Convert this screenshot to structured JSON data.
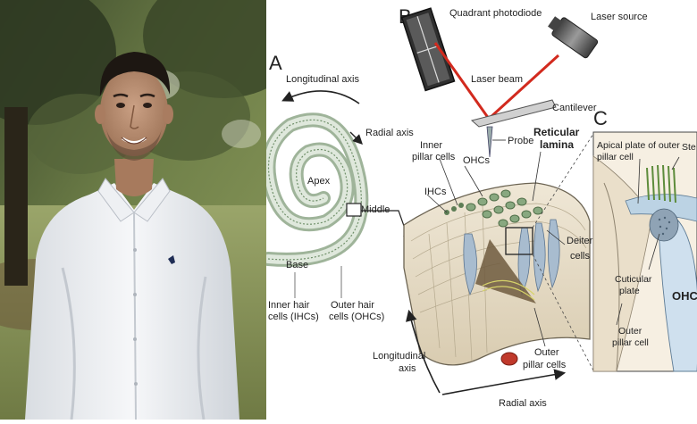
{
  "figure": {
    "panel_a": {
      "letter": "A",
      "longitudinal_axis": "Longitudinal axis",
      "radial_axis": "Radial axis",
      "apex": "Apex",
      "middle": "Middle",
      "base": "Base",
      "inner_hair_cells_1": "Inner hair",
      "inner_hair_cells_2": "cells (IHCs)",
      "outer_hair_cells_1": "Outer hair",
      "outer_hair_cells_2": "cells (OHCs)"
    },
    "panel_b": {
      "letter": "B",
      "quadrant_photodiode": "Quadrant photodiode",
      "laser_source": "Laser source",
      "laser_beam": "Laser beam",
      "cantilever": "Cantilever",
      "probe": "Probe",
      "reticular_1": "Reticular",
      "reticular_2": "lamina",
      "inner_pillar_1": "Inner",
      "inner_pillar_2": "pillar cells",
      "ohcs": "OHCs",
      "ihcs": "IHCs",
      "deiters_1": "Deiters",
      "deiters_2": "cells",
      "outer_pillar_1": "Outer",
      "outer_pillar_2": "pillar cells",
      "longitudinal_1": "Longitudinal",
      "longitudinal_2": "axis",
      "radial_axis": "Radial axis"
    },
    "panel_c": {
      "letter": "C",
      "apical_1": "Apical plate of outer",
      "apical_2": "pillar cell",
      "ste": "Ste",
      "cuticular_1": "Cuticular",
      "cuticular_2": "plate",
      "ohc": "OHC",
      "outer_pillar_1": "Outer",
      "outer_pillar_2": "pillar cell"
    }
  }
}
